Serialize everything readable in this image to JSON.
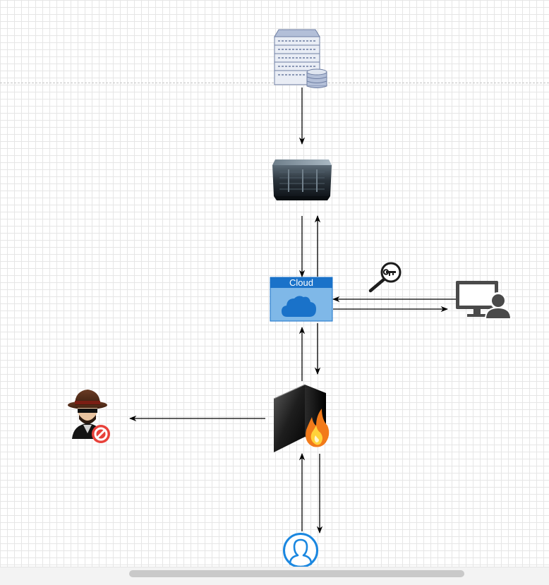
{
  "diagram": {
    "nodes": [
      {
        "id": "database-server",
        "icon": "database-server-icon",
        "label": ""
      },
      {
        "id": "rack-server",
        "icon": "rack-server-icon",
        "label": ""
      },
      {
        "id": "cloud",
        "icon": "cloud-icon",
        "label": "Cloud"
      },
      {
        "id": "key",
        "icon": "key-icon",
        "label": ""
      },
      {
        "id": "admin-workstation",
        "icon": "user-workstation-icon",
        "label": ""
      },
      {
        "id": "firewall",
        "icon": "firewall-icon",
        "label": ""
      },
      {
        "id": "blocked-hacker",
        "icon": "hacker-blocked-icon",
        "label": ""
      },
      {
        "id": "user",
        "icon": "user-icon",
        "label": ""
      }
    ],
    "edges": [
      {
        "from": "database-server",
        "to": "rack-server"
      },
      {
        "from": "rack-server",
        "to": "cloud"
      },
      {
        "from": "cloud",
        "to": "rack-server"
      },
      {
        "from": "admin-workstation",
        "to": "cloud"
      },
      {
        "from": "cloud",
        "to": "admin-workstation"
      },
      {
        "from": "firewall",
        "to": "cloud"
      },
      {
        "from": "cloud",
        "to": "firewall"
      },
      {
        "from": "firewall",
        "to": "blocked-hacker"
      },
      {
        "from": "user",
        "to": "firewall"
      },
      {
        "from": "firewall",
        "to": "user"
      }
    ],
    "colors": {
      "cloud_fill": "#7fb8e8",
      "cloud_header": "#1a72c9",
      "cloud_icon": "#1a72c9",
      "user_icon": "#1a87e0",
      "workstation": "#4a4a4a",
      "edge": "#000000",
      "flame": "#f27a1a"
    }
  }
}
